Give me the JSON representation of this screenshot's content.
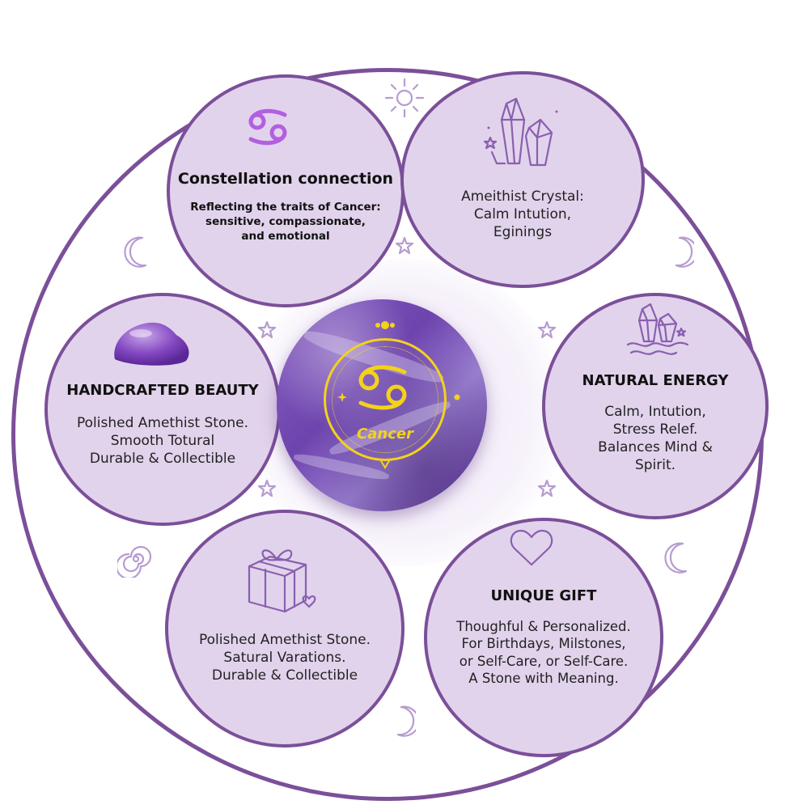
{
  "constellation": {
    "title": "Constellation connection",
    "line1": "Reflecting the traits of Cancer:",
    "line2": "sensitive, compassionate,",
    "line3": "and emotional"
  },
  "crystal": {
    "line1": "Ameithist Crystal:",
    "line2": "Calm Intution,",
    "line3": "Eginings"
  },
  "handcrafted": {
    "title": "HANDCRAFTED BEAUTY",
    "line1": "Polished Amethist Stone.",
    "line2": "Smooth Totural",
    "line3": "Durable & Collectible"
  },
  "natural": {
    "title": "NATURAL ENERGY",
    "line1": "Calm, Intution,",
    "line2": "Stress Relef.",
    "line3": "Balances Mind &",
    "line4": "Spirit."
  },
  "variations": {
    "line1": "Polished Amethist Stone.",
    "line2": "Satural Varations.",
    "line3": "Durable & Collectible"
  },
  "gift": {
    "title": "UNIQUE GIFT",
    "line1": "Thoughful & Personalized.",
    "line2": "For Birthdays, Milstones,",
    "line3": "or Self-Care, or Self-Care.",
    "line4": "A Stone with Meaning."
  },
  "stone": {
    "label": "Cancer"
  },
  "colors": {
    "ring": "#7b4f99",
    "bubble_fill": "#e1d3ec",
    "icon": "#8a5fb0",
    "gold": "#f3d21b",
    "stone": "#6d43ad"
  },
  "icons": [
    "cancer-symbol-icon",
    "crystal-cluster-icon",
    "amethist-gem-icon",
    "crystal-wave-icon",
    "gift-box-icon",
    "heart-icon",
    "sun-icon",
    "moon-icon",
    "star-icon",
    "spiral-icon"
  ]
}
